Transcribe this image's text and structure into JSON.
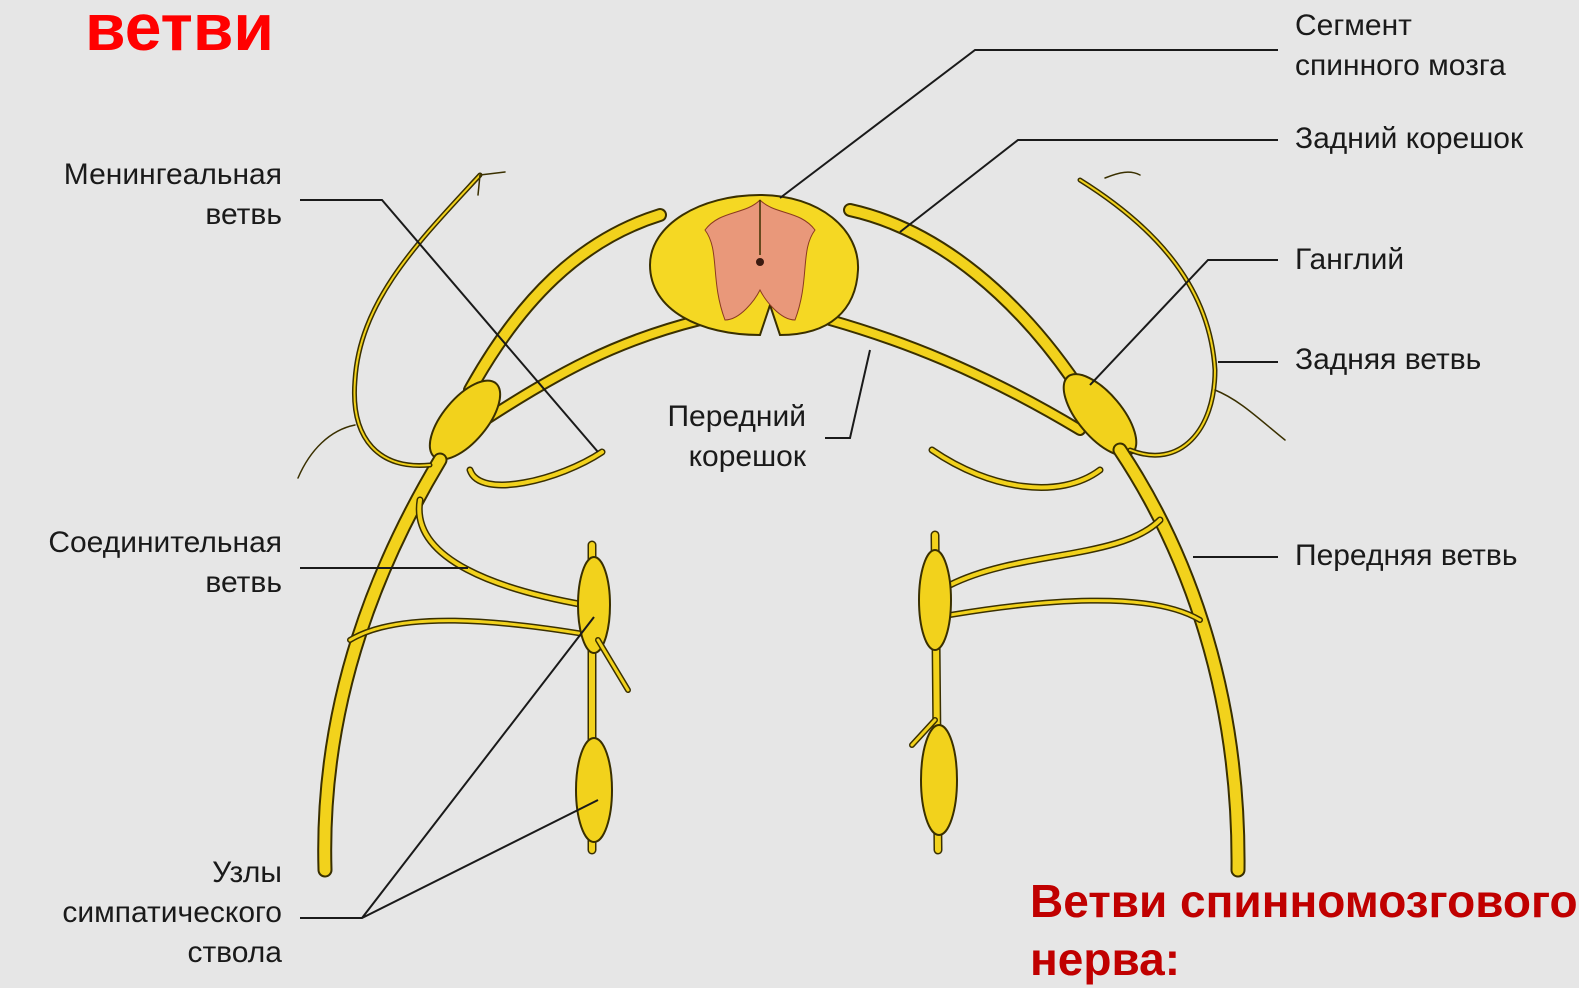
{
  "slide": {
    "title_fragment": "ветви",
    "caption": {
      "line1": "Ветви спинномозгового",
      "line2": "нерва:"
    }
  },
  "labels": {
    "segment": [
      "Сегмент",
      "спинного мозга"
    ],
    "posterior_root": "Задний корешок",
    "ganglion": "Ганглий",
    "posterior_branch": "Задняя ветвь",
    "anterior_branch": "Передняя ветвь",
    "anterior_root": [
      "Передний",
      "корешок"
    ],
    "meningeal_branch": [
      "Менингеальная",
      "ветвь"
    ],
    "connecting_branch": [
      "Соединительная",
      "ветвь"
    ],
    "sympathetic_nodes": [
      "Узлы",
      "симпатического",
      "ствола"
    ]
  },
  "colors": {
    "nerve": "#f2d21c",
    "nerve_outline": "#3a3000",
    "gray_matter": "#e9987a",
    "title": "#ff0000",
    "caption": "#c00000"
  }
}
